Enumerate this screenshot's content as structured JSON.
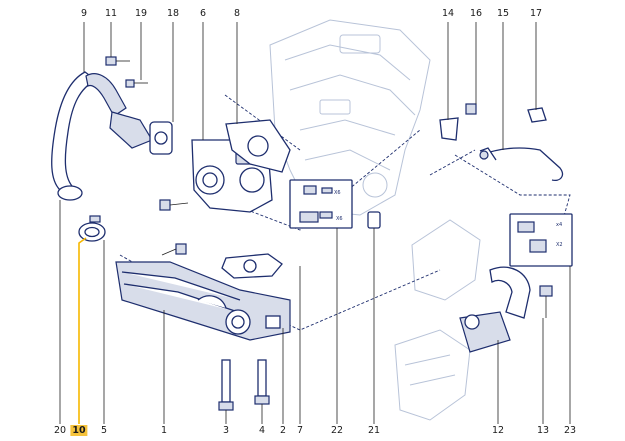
{
  "diagram": {
    "labels_top": [
      "9",
      "11",
      "19",
      "18",
      "6",
      "8",
      "14",
      "16",
      "15",
      "17"
    ],
    "labels_bottom": [
      "20",
      "10",
      "5",
      "1",
      "3",
      "4",
      "2",
      "7",
      "22",
      "21",
      "12",
      "13",
      "23"
    ],
    "highlighted_label": "10",
    "connector_marks": {
      "block_22_a": "X6",
      "block_22_b": "X6",
      "block_23_a": "x4",
      "block_23_b": "X2"
    },
    "colors": {
      "line": "#1e2e6e",
      "highlight": "#f6c33b",
      "ghost_engine": "#b8c3d8"
    }
  }
}
